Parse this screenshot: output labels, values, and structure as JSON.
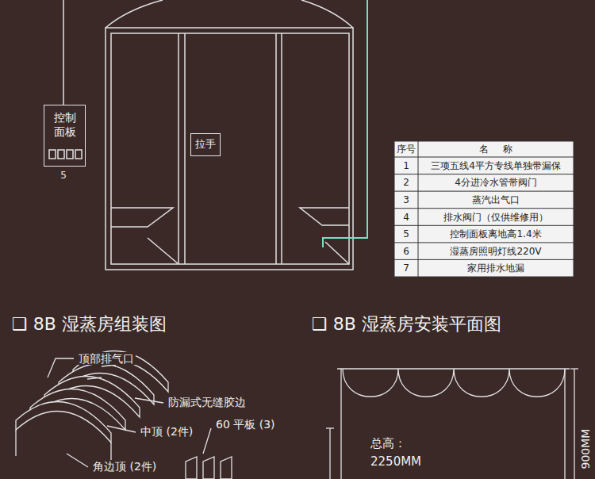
{
  "diagram": {
    "nodes": [
      {
        "text": [
          "控制 面板"
        ]
      },
      {
        "text": [
          "拉手"
        ]
      }
    ],
    "labels": [
      "5",
      "序号",
      "名 称",
      "1",
      "三项五线4平方专线单独带漏保",
      "2",
      "4分进冷水管带阀门",
      "3",
      "蒸汽出气口",
      "4",
      "排水阀门（仅供维修用）",
      "5",
      "控制面板离地高1.4米",
      "6",
      "湿蒸房照明灯线220V",
      "7",
      "家用排水地漏",
      "❑ 8B 湿蒸房组装图",
      "❑ 8B 湿蒸房安装平面图",
      "顶部排气口",
      "防漏式无缝胶边",
      "中顶 (2件)",
      "60 平板 (3)",
      "角边顶 (2件)",
      "总高：",
      "2250MM",
      "900MM"
    ]
  }
}
